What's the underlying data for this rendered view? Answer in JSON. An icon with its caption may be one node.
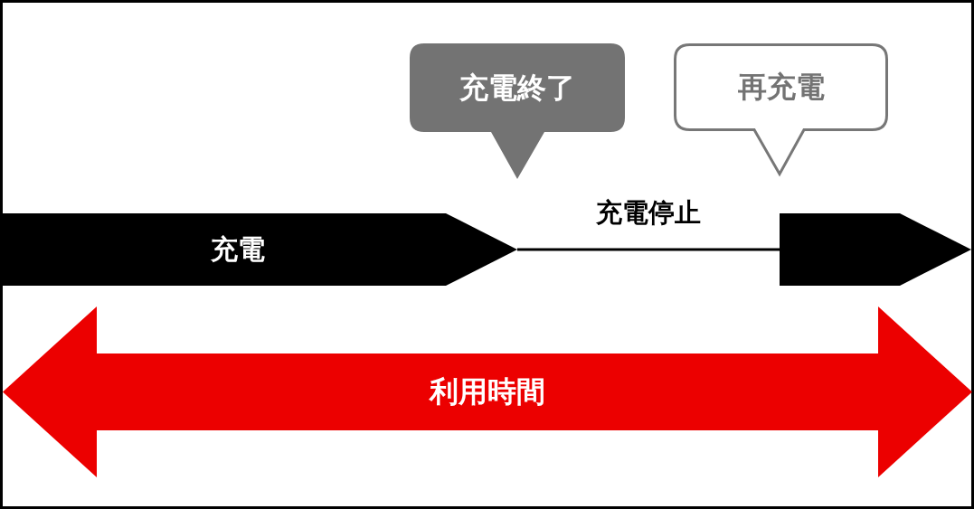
{
  "diagram": {
    "nodes": [
      {
        "text": [
          "充電終了"
        ]
      },
      {
        "text": [
          "再充電"
        ]
      },
      {
        "text": [
          "充電"
        ]
      },
      {
        "text": [],
        "shape": "arrow"
      },
      {
        "text": [
          "利用時間"
        ]
      }
    ],
    "edges": [
      {
        "from": 2,
        "to": 3,
        "arrow": "none",
        "label": "充電停止"
      }
    ]
  }
}
